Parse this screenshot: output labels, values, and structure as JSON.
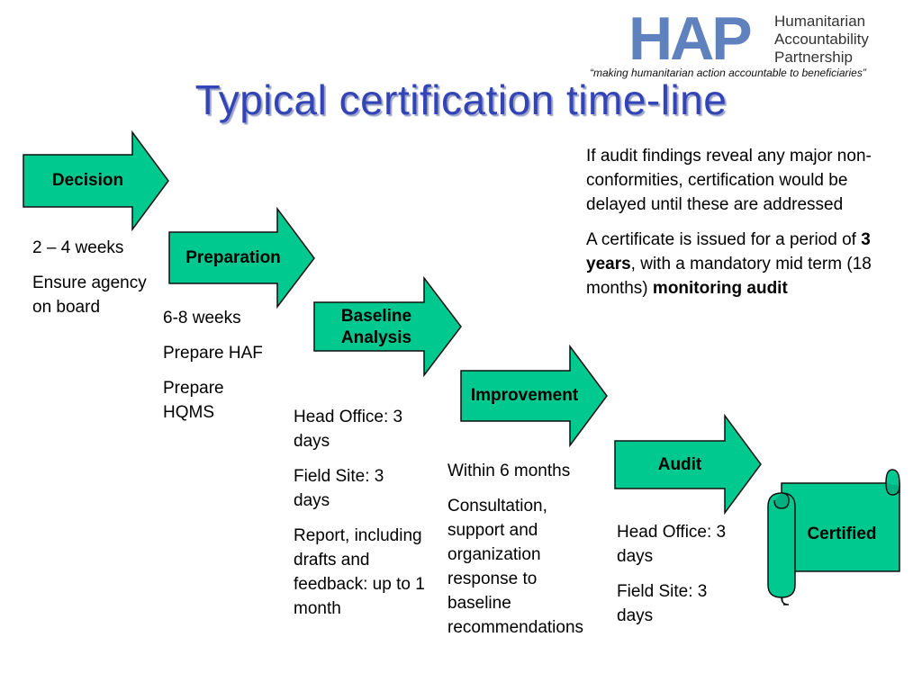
{
  "logo": {
    "mark": "HAP",
    "name_lines": [
      "Humanitarian",
      "Accountability",
      "Partnership"
    ],
    "tagline": "“making humanitarian action accountable to beneficiaries”"
  },
  "title": "Typical certification time-line",
  "colors": {
    "arrow_fill": "#00c990",
    "arrow_stroke": "#111111",
    "title": "#3344b4",
    "logo": "#5f81bd"
  },
  "steps": [
    {
      "label": "Decision"
    },
    {
      "label": "Preparation"
    },
    {
      "label_line1": "Baseline",
      "label_line2": "Analysis"
    },
    {
      "label": "Improvement"
    },
    {
      "label": "Audit"
    }
  ],
  "final": {
    "label": "Certified"
  },
  "details": {
    "decision": [
      "2 – 4 weeks",
      "Ensure agency on board"
    ],
    "preparation": [
      "6-8 weeks",
      "Prepare HAF",
      "Prepare HQMS"
    ],
    "baseline": [
      "Head Office: 3 days",
      "Field Site: 3 days",
      "Report, including drafts and feedback: up to 1 month"
    ],
    "improvement": [
      "Within 6 months",
      "Consultation, support and organization response to baseline recommendations"
    ],
    "audit": [
      "Head Office: 3 days",
      "Field Site: 3 days"
    ]
  },
  "note": {
    "p1": "If audit findings reveal any major non-conformities, certification would be delayed until these are addressed",
    "p2_a": "A certificate is issued for a period of ",
    "p2_bold1": "3 years",
    "p2_b": ", with a mandatory mid term (18 months) ",
    "p2_bold2": "monitoring audit"
  }
}
